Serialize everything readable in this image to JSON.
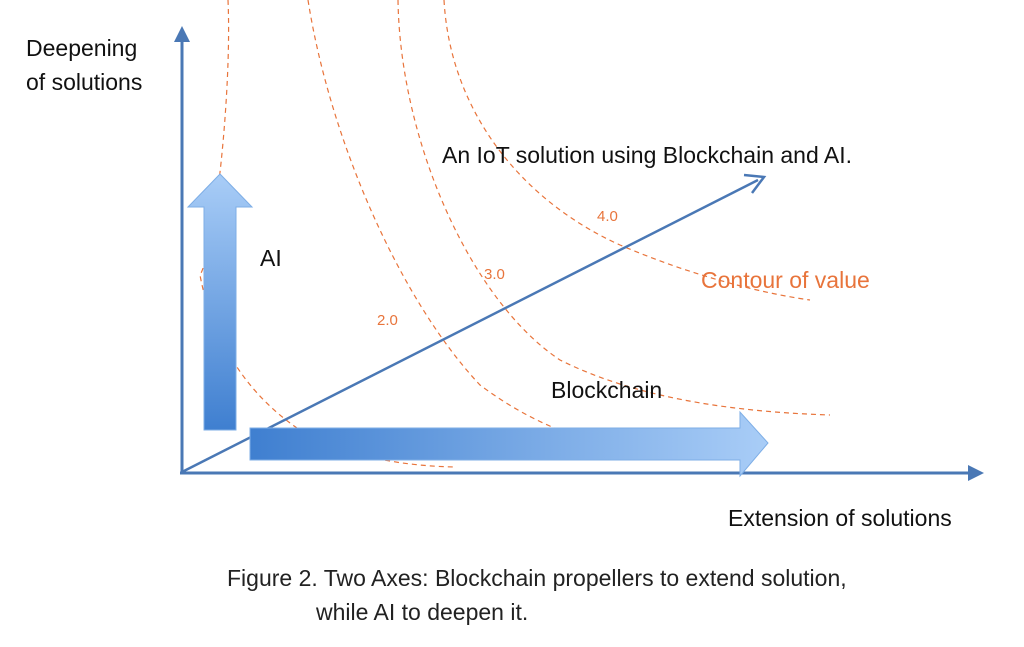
{
  "axes": {
    "y_label_line1": "Deepening",
    "y_label_line2": "of solutions",
    "x_label": "Extension of solutions",
    "axis_color": "#4a78b5"
  },
  "arrows": {
    "ai_label": "AI",
    "blockchain_label": "Blockchain",
    "diagonal_label": "An  IoT solution using Blockchain and AI."
  },
  "contours": {
    "legend": "Contour of value",
    "color": "#e8743b",
    "levels": [
      "2.0",
      "3.0",
      "4.0"
    ]
  },
  "caption": {
    "line1": "Figure 2.  Two Axes: Blockchain propellers to extend solution,",
    "line2": "while AI to deepen it."
  },
  "colors": {
    "arrow_gradient_dark": "#3f7fd0",
    "arrow_gradient_light": "#a9cdf7",
    "text": "#111111"
  }
}
